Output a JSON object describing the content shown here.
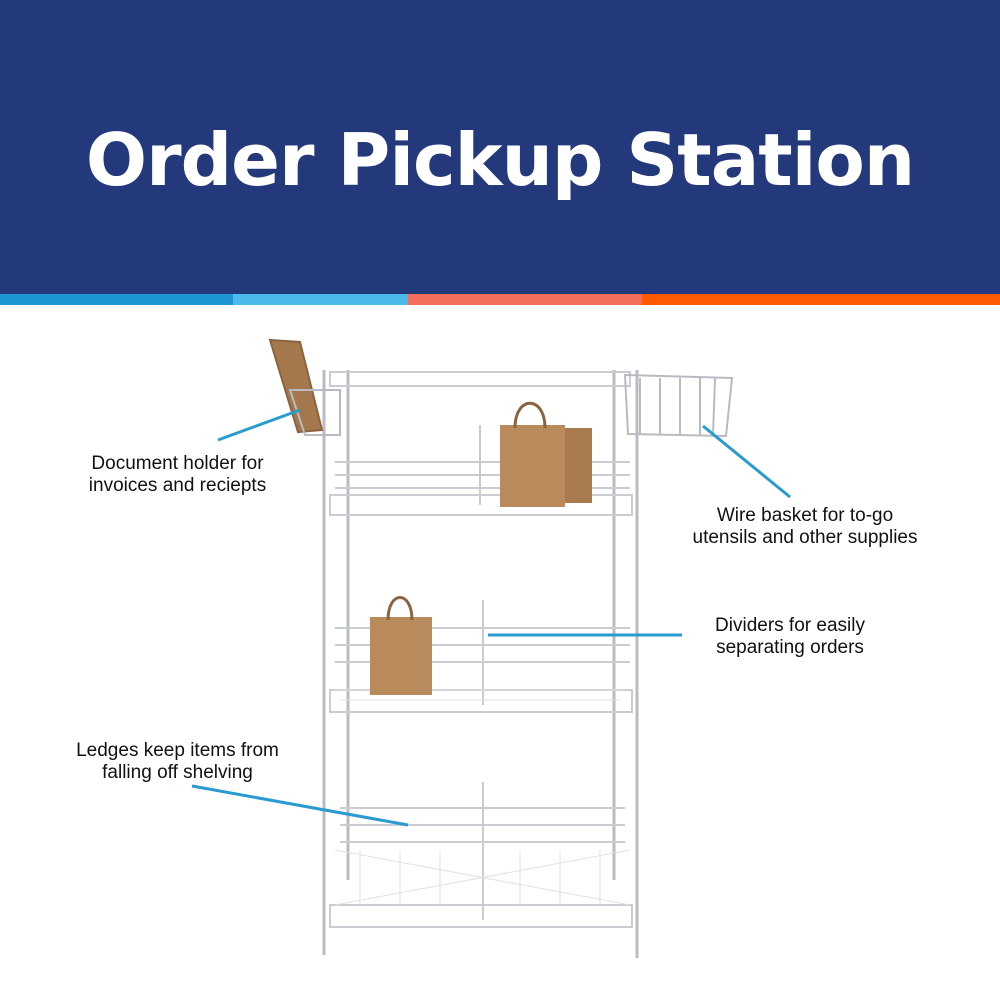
{
  "header": {
    "title": "Order Pickup Station"
  },
  "colors": {
    "banner": "#24387c",
    "stripe": [
      "#1e96d4",
      "#4bb9e9",
      "#f26e5a",
      "#ff5a00"
    ],
    "callout_line": "#2a9bd0"
  },
  "callouts": [
    {
      "line1": "Document holder for",
      "line2": "invoices and reciepts"
    },
    {
      "line1": "Wire basket for to-go",
      "line2": "utensils and other supplies"
    },
    {
      "line1": "Dividers for easily",
      "line2": "separating orders"
    },
    {
      "line1": "Ledges keep items from",
      "line2": "falling off shelving"
    }
  ]
}
